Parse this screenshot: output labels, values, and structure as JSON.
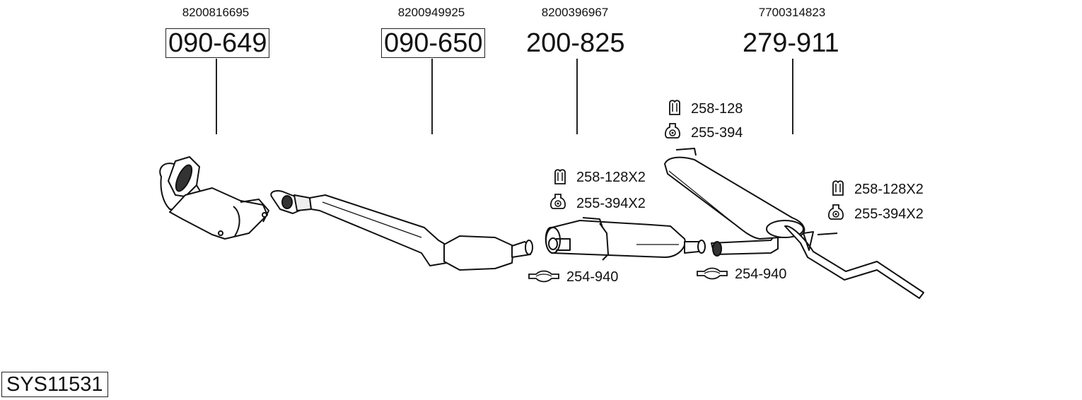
{
  "system_code": "SYS11531",
  "parts": [
    {
      "oem": "8200816695",
      "number": "090-649",
      "boxed": true
    },
    {
      "oem": "8200949925",
      "number": "090-650",
      "boxed": true
    },
    {
      "oem": "8200396967",
      "number": "200-825",
      "boxed": false
    },
    {
      "oem": "7700314823",
      "number": "279-911",
      "boxed": false
    }
  ],
  "accessories": [
    {
      "icon": "rubber-mount-icon",
      "label": "258-128X2"
    },
    {
      "icon": "hanger-ring-icon",
      "label": "255-394X2"
    },
    {
      "icon": "pipe-clamp-icon",
      "label": "254-940"
    },
    {
      "icon": "rubber-mount-icon",
      "label": "258-128"
    },
    {
      "icon": "hanger-ring-icon",
      "label": "255-394"
    },
    {
      "icon": "pipe-clamp-icon",
      "label": "254-940"
    },
    {
      "icon": "rubber-mount-icon",
      "label": "258-128X2"
    },
    {
      "icon": "hanger-ring-icon",
      "label": "255-394X2"
    }
  ],
  "components": [
    "catalytic-converter-front",
    "front-pipe-with-catalyst",
    "middle-silencer",
    "rear-silencer"
  ]
}
